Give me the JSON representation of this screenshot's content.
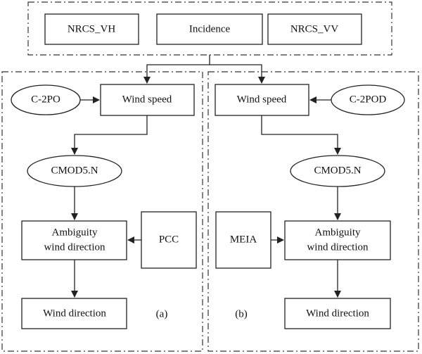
{
  "inputs": {
    "vh": "NRCS_VH",
    "incidence": "Incidence",
    "vv": "NRCS_VV"
  },
  "panel_a": {
    "model": "C-2PO",
    "wind_speed": "Wind speed",
    "gmf": "CMOD5.N",
    "ambiguity_line1": "Ambiguity",
    "ambiguity_line2": "wind direction",
    "method": "PCC",
    "output": "Wind direction",
    "tag": "(a)"
  },
  "panel_b": {
    "model": "C-2POD",
    "wind_speed": "Wind speed",
    "gmf": "CMOD5.N",
    "ambiguity_line1": "Ambiguity",
    "ambiguity_line2": "wind direction",
    "method": "MEIA",
    "output": "Wind direction",
    "tag": "(b)"
  }
}
